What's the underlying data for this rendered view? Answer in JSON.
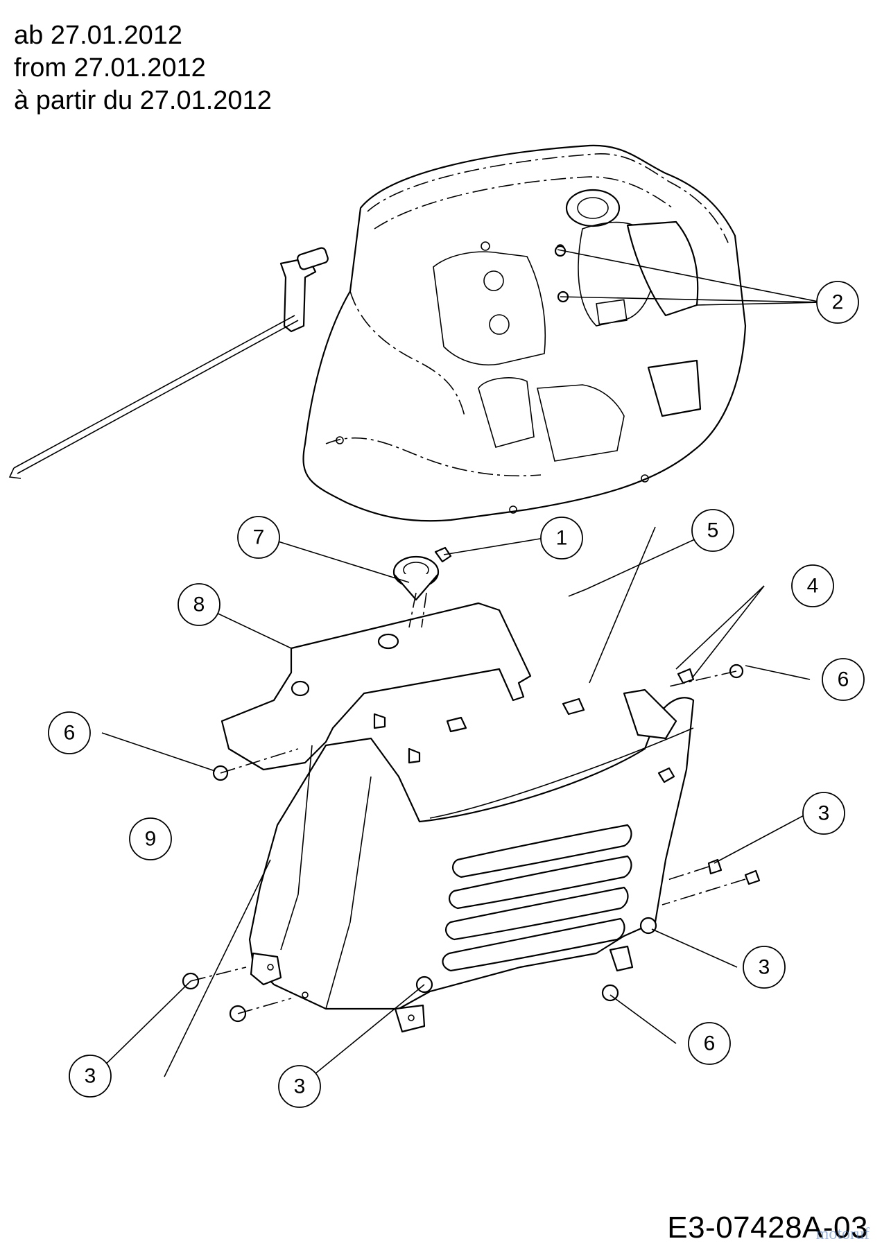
{
  "header": {
    "line_de": "ab 27.01.2012",
    "line_en": "from 27.01.2012",
    "line_fr": "à partir du 27.01.2012"
  },
  "callouts": [
    {
      "id": "c1",
      "label": "1"
    },
    {
      "id": "c2",
      "label": "2"
    },
    {
      "id": "c3a",
      "label": "3"
    },
    {
      "id": "c3b",
      "label": "3"
    },
    {
      "id": "c3c",
      "label": "3"
    },
    {
      "id": "c3d",
      "label": "3"
    },
    {
      "id": "c4",
      "label": "4"
    },
    {
      "id": "c5",
      "label": "5"
    },
    {
      "id": "c6a",
      "label": "6"
    },
    {
      "id": "c6b",
      "label": "6"
    },
    {
      "id": "c6c",
      "label": "6"
    },
    {
      "id": "c7",
      "label": "7"
    },
    {
      "id": "c8",
      "label": "8"
    },
    {
      "id": "c9",
      "label": "9"
    }
  ],
  "footer": {
    "doc_code": "E3-07428A-03",
    "watermark": "motoruf"
  }
}
